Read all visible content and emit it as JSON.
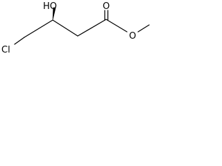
{
  "molecule": {
    "atoms": {
      "chlorine": "Cl",
      "hydroxyl": "HO",
      "carbonyl_oxygen": "O",
      "ester_oxygen": "O"
    }
  }
}
